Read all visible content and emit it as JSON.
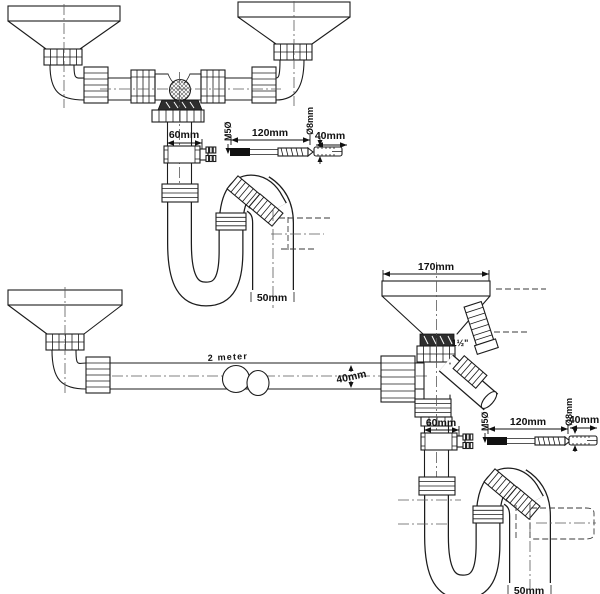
{
  "canvas": {
    "background": "#ffffff",
    "line_color": "#1c1c1c"
  },
  "top_assembly": {
    "fixing_kit": {
      "standpipe_length": "60mm",
      "screw_size": "M5Ø",
      "screw_length": "120mm",
      "plug_diameter": "Ø8mm",
      "plug_length": "40mm"
    },
    "outlet_diameter": "50mm"
  },
  "bottom_assembly": {
    "funnel_width": "170mm",
    "hose_connector_size": "1½\"",
    "hose_length": "2 meter",
    "hose_diameter": "40mm",
    "fixing_kit": {
      "standpipe_length": "60mm",
      "screw_size": "M5Ø",
      "screw_length": "120mm",
      "plug_diameter": "Ø8mm",
      "plug_length": "40mm"
    },
    "outlet_diameter": "50mm"
  }
}
